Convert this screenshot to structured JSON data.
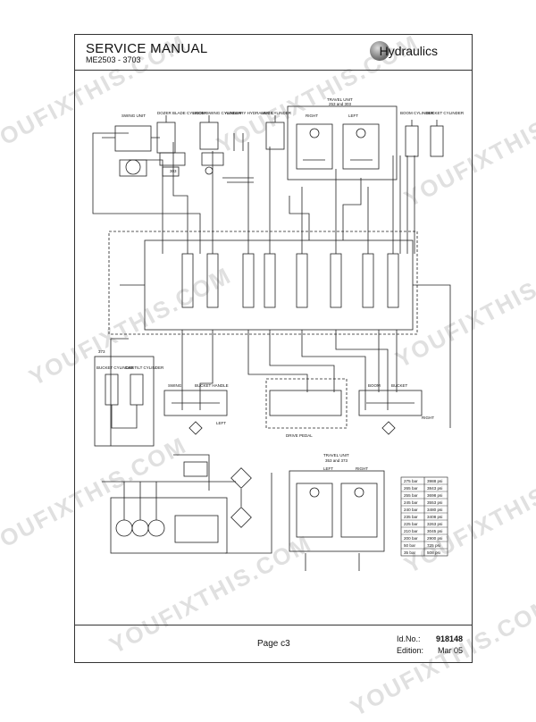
{
  "header": {
    "title": "SERVICE MANUAL",
    "model": "ME2503 - 3703",
    "brand": "Hydraulics"
  },
  "footer": {
    "page_label": "Page c3",
    "id_label": "Id.No.:",
    "id_value": "918148",
    "edition_label": "Edition:",
    "edition_value": "Mar 05"
  },
  "watermark": "YOUFIXTHIS.COM",
  "components": {
    "swing_unit": "SWING UNIT",
    "dozer_blade": "DOZER BLADE CYLINDER",
    "boom_swing": "BOOM SWING CYLINDER",
    "auxiliary": "AUXILIARY HYDRAULICS",
    "arm": "ARM CYLINDER",
    "travel_top": "TRAVEL UNIT",
    "travel_top_sub": "253 and 303",
    "right": "RIGHT",
    "left": "LEFT",
    "boom_cyl": "BOOM CYLINDER",
    "bucket_cyl": "BUCKET CYLINDER",
    "bucket_cyl_left": "BUCKET CYLINDER",
    "cab_tilt": "CAB TILT CYLINDER",
    "swing": "SWING",
    "bucket_handle": "BUCKET HANDLE",
    "boom": "BOOM",
    "bucket": "BUCKET",
    "drive_pedal": "DRIVE PEDAL",
    "travel_bottom": "TRAVEL UNIT",
    "travel_bottom_sub": "353 and 373",
    "code_303": "303",
    "code_373": "373"
  },
  "pressure_table": [
    [
      "275 bar",
      "3988 psi"
    ],
    [
      "265 bar",
      "3843 psi"
    ],
    [
      "255 bar",
      "3698 psi"
    ],
    [
      "245 bar",
      "3553 psi"
    ],
    [
      "240 bar",
      "3480 psi"
    ],
    [
      "235 bar",
      "3408 psi"
    ],
    [
      "225 bar",
      "3263 psi"
    ],
    [
      "210 bar",
      "3045 psi"
    ],
    [
      "200 bar",
      "2900 psi"
    ],
    [
      "50 bar",
      "725 psi"
    ],
    [
      "35 bar",
      "508 psi"
    ]
  ]
}
